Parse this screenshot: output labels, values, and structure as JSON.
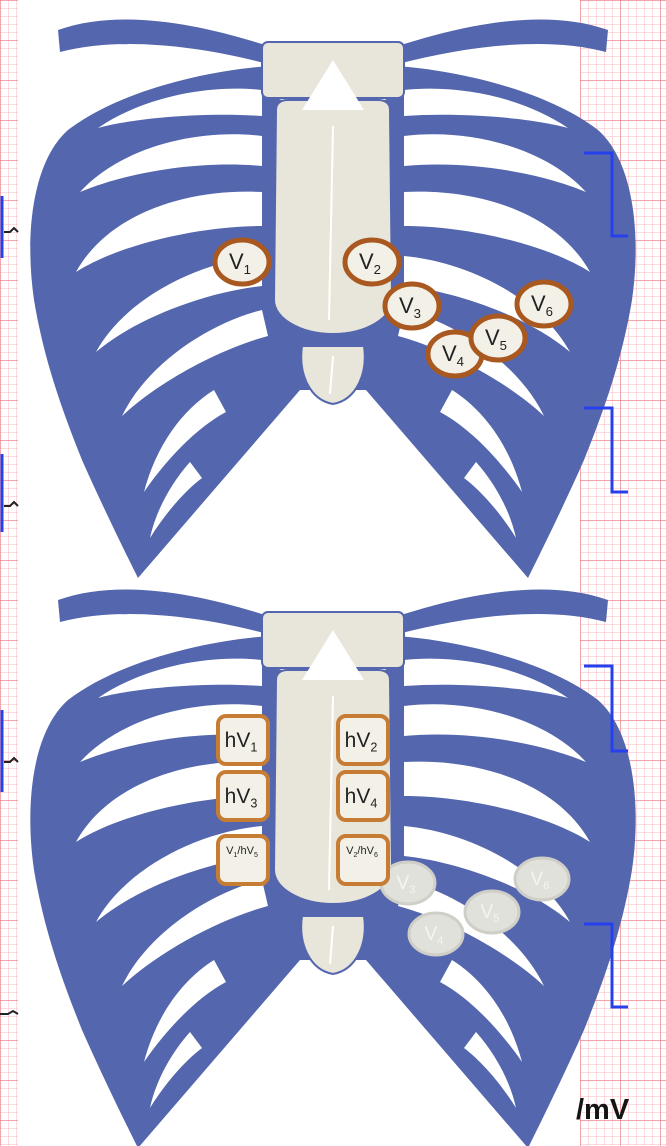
{
  "colors": {
    "rib_fill": "#5466ad",
    "bone_fill": "#e8e5db",
    "electrode_ring": "#a9581f",
    "electrode_face": "#f2f0e7",
    "calibration_pulse": "#2740ee",
    "ghost_electrode": "#e1e1db"
  },
  "unit_label": "/mV",
  "top_diagram": {
    "electrodes": [
      {
        "base": "V",
        "sub": "1"
      },
      {
        "base": "V",
        "sub": "2"
      },
      {
        "base": "V",
        "sub": "3"
      },
      {
        "base": "V",
        "sub": "4"
      },
      {
        "base": "V",
        "sub": "5"
      },
      {
        "base": "V",
        "sub": "6"
      }
    ]
  },
  "bottom_diagram": {
    "high_electrodes": [
      {
        "base": "hV",
        "sub": "1"
      },
      {
        "base": "hV",
        "sub": "2"
      },
      {
        "base": "hV",
        "sub": "3"
      },
      {
        "base": "hV",
        "sub": "4"
      }
    ],
    "combo_electrodes": [
      {
        "a_base": "V",
        "a_sub": "1",
        "sep": "/",
        "b_base": "hV",
        "b_sub": "5"
      },
      {
        "a_base": "V",
        "a_sub": "2",
        "sep": "/",
        "b_base": "hV",
        "b_sub": "6"
      }
    ],
    "ghost_electrodes": [
      {
        "base": "V",
        "sub": "3"
      },
      {
        "base": "V",
        "sub": "4"
      },
      {
        "base": "V",
        "sub": "5"
      },
      {
        "base": "V",
        "sub": "6"
      }
    ]
  }
}
